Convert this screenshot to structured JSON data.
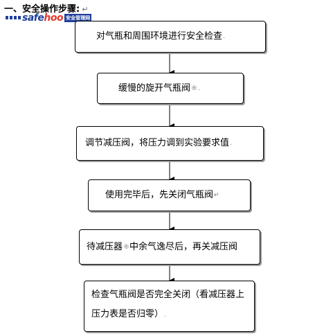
{
  "heading": {
    "text": "一、安全操作步骤:",
    "mark": "↵"
  },
  "watermark": {
    "part1": "safe",
    "part2": "hoo",
    "badge": "安全管理网"
  },
  "steps": [
    {
      "text": "对气瓶和周围环境进行安全检查",
      "mark": "."
    },
    {
      "text": "缓慢的旋开气瓶阀",
      "sup": "®",
      "mark": "."
    },
    {
      "text": "调节减压阀，将压力调到实验要求值",
      "mark": "."
    },
    {
      "text": "使用完毕后，先关闭气瓶阀",
      "mark": "↵"
    },
    {
      "text": "待减压器",
      "sup": "®",
      "text2": "中余气逸尽后，再关减压阀",
      "mark": ""
    },
    {
      "text": "检查气瓶阀是否完全关闭（看减压器上压力表是否归零）",
      "mark": "."
    }
  ]
}
